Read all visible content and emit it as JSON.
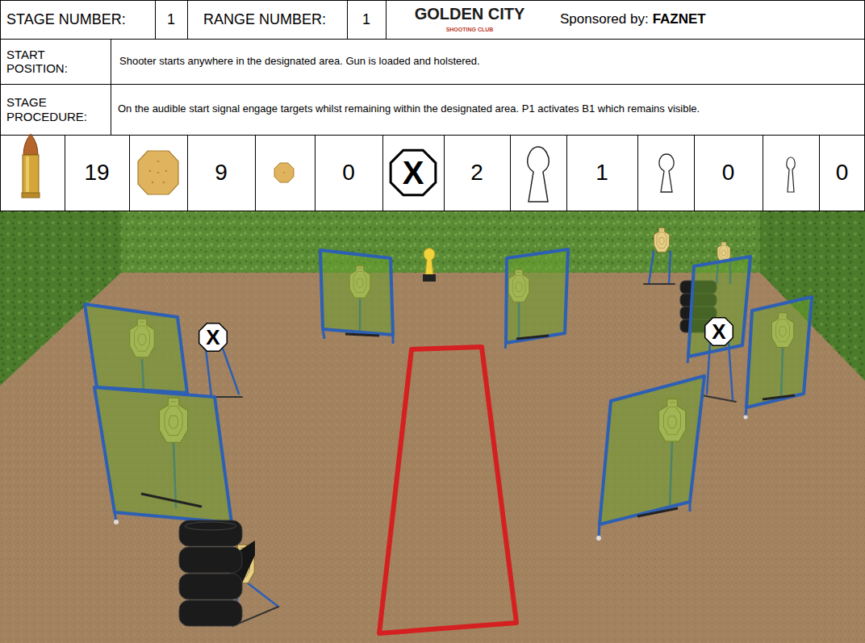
{
  "diagram": {
    "nodes": [
      {
        "text": [
          "X"
        ]
      },
      {
        "text": [
          "X"
        ]
      },
      {
        "text": [
          "X"
        ]
      }
    ],
    "labels": [
      "STAGE NUMBER:",
      "1",
      "RANGE NUMBER:",
      "1",
      "GOLDEN CITY",
      "SHOOTING CLUB",
      "Sponsored by:",
      "FAZNET",
      "START POSITION:",
      "Shooter starts anywhere in the designated area. Gun is loaded and holstered.",
      "STAGE PROCEDURE:",
      "On the audible start signal engage targets whilst remaining within the designated area. P1 activates B1 which remains visible.",
      "19",
      "9",
      "0",
      "2",
      "1",
      "0",
      "0"
    ]
  }
}
